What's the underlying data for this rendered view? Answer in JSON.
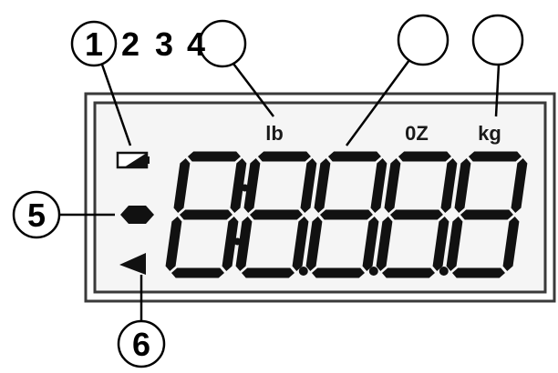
{
  "callouts": {
    "c1": "1",
    "c2": "2",
    "c3": "3",
    "c4": "4",
    "c5": "5",
    "c6": "6"
  },
  "units": {
    "lb": "lb",
    "oz": "0Z",
    "kg": "kg"
  },
  "display": {
    "digits": "88888"
  },
  "colors": {
    "lcd_background": "#f5f5f5",
    "frame": "#3a3a3a",
    "segments": "#111111",
    "lines": "#000000"
  },
  "icons": {
    "battery": "battery-low-icon",
    "minus": "minus-sign-icon",
    "stable": "stable-arrow-icon"
  }
}
